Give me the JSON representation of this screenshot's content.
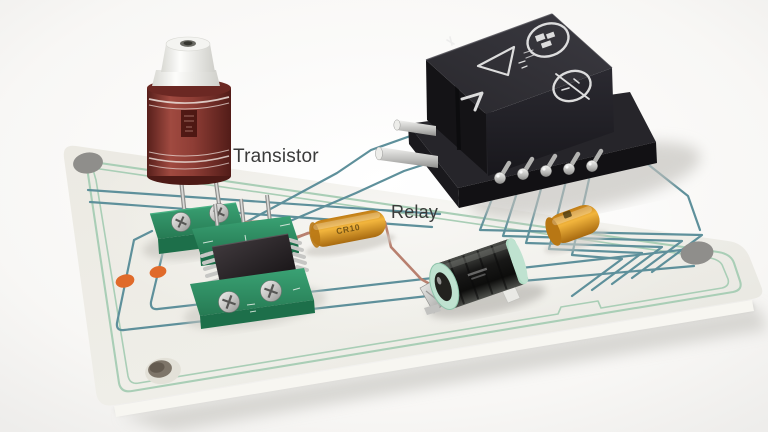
{
  "labels": {
    "transistor": "Transistor",
    "relay": "Relay"
  },
  "markings": {
    "resistor": "CR10"
  },
  "colors": {
    "background": "#f5f4f2",
    "board": "#ecebe4",
    "board_edge": "#f7f6f1",
    "border_line": "#a9ceb6",
    "trace": "#5e909b",
    "copper_wire": "#b8806f",
    "pad": "#8f8e8b",
    "dot": "#e06a2a",
    "pcb_green": "#2f9366",
    "pcb_green_dark": "#1d6f4a",
    "transistor_maroon": "#8a3a33",
    "component_orange": "#eaa62f",
    "capacitor_mint": "#bfe2d0",
    "relay_black": "#232226",
    "metal_silver": "#c9c9c7",
    "label_text": "#3a3a3a"
  },
  "components": [
    "circuit-board",
    "transistor",
    "relay",
    "resistor",
    "electrolytic-capacitor",
    "tantalum-capacitor",
    "ic-chip-module",
    "terminal-block",
    "mounting-pads"
  ]
}
